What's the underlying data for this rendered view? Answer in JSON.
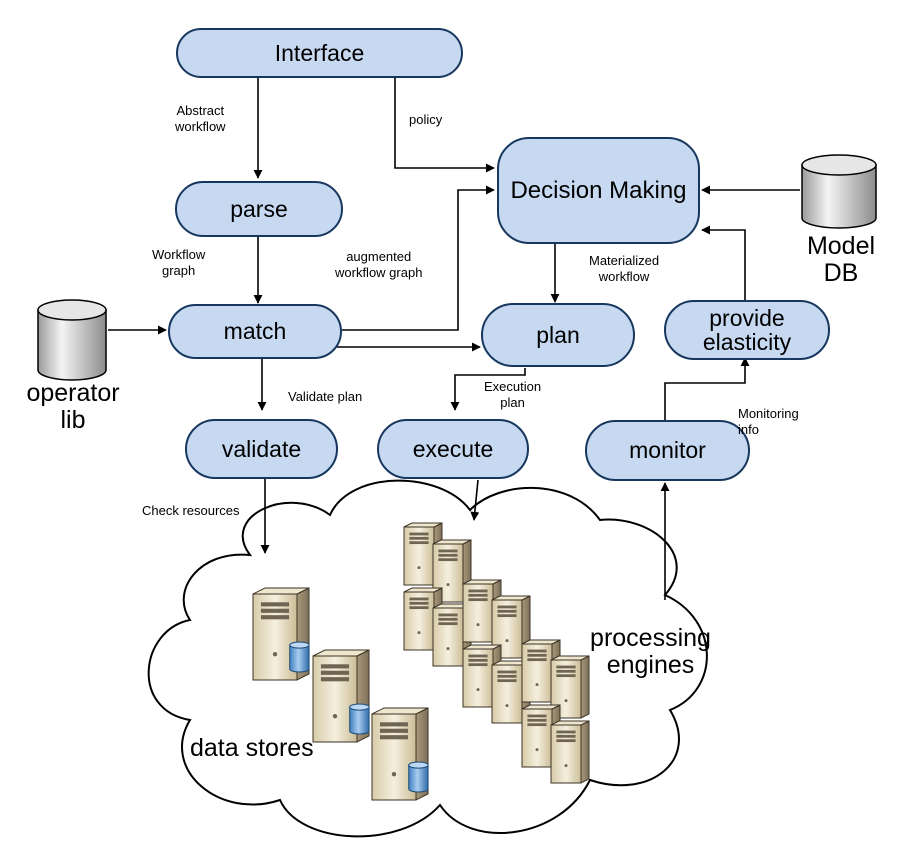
{
  "colors": {
    "node_fill": "#c6d9f1",
    "node_stroke": "#17375e",
    "arrow": "#000000",
    "server_body": "#e8dcc0",
    "database_fill": "#d9d9d9",
    "disk_fill": "#5b9bd5"
  },
  "nodes": {
    "interface": "Interface",
    "decision_making": "Decision Making",
    "parse": "parse",
    "match": "match",
    "plan": "plan",
    "provide_elasticity": "provide\nelasticity",
    "validate": "validate",
    "execute": "execute",
    "monitor": "monitor"
  },
  "edge_labels": {
    "abstract_workflow": "Abstract\nworkflow",
    "policy": "policy",
    "workflow_graph": "Workflow\ngraph",
    "augmented_workflow_graph": "augmented\nworkflow graph",
    "materialized_workflow": "Materialized\nworkflow",
    "validate_plan": "Validate plan",
    "execution_plan": "Execution\nplan",
    "monitoring_info": "Monitoring\ninfo",
    "check_resources": "Check resources"
  },
  "stores": {
    "operator_lib": "operator\nlib",
    "model_db": "Model\nDB"
  },
  "cloud": {
    "data_stores": "data stores",
    "processing_engines": "processing\nengines"
  },
  "icons": {
    "database": "database-cylinder-icon",
    "server": "server-tower-icon",
    "cloud": "cloud-shape"
  }
}
